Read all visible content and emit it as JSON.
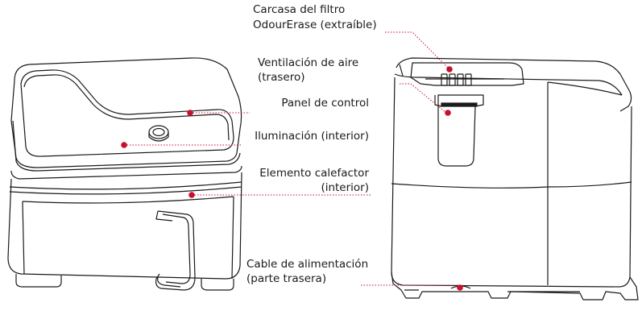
{
  "labels": {
    "filter_housing_line1": "Carcasa del filtro",
    "filter_housing_line2": "OdourErase (extraíble)",
    "air_vent_line1": "Ventilación de aire",
    "air_vent_line2": "(trasero)",
    "control_panel": "Panel de control",
    "lighting": "Iluminación (interior)",
    "heating_line1": "Elemento calefactor",
    "heating_line2": "(interior)",
    "power_cable_line1": "Cable de alimentación",
    "power_cable_line2": "(parte trasera)"
  },
  "colors": {
    "marker": "#c8102e",
    "outline": "#1a1a1a",
    "leader": "#c8102e"
  }
}
